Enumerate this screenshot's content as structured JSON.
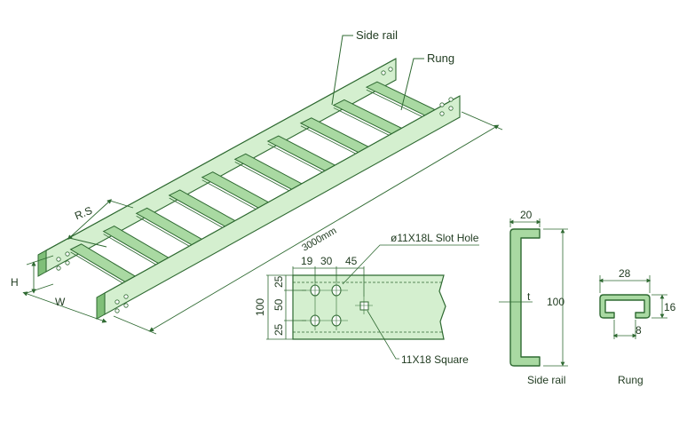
{
  "colors": {
    "line": "#2f6a32",
    "fill_light": "#d4efcf",
    "fill_mid": "#a9d9a2",
    "fill_dark": "#7fbf78",
    "text": "#1f3a1f"
  },
  "labels": {
    "side_rail_top": "Side rail",
    "rung_top": "Rung",
    "rs": "R.S",
    "h": "H",
    "w": "W",
    "length": "3000mm",
    "slot_hole": "ø11X18L Slot Hole",
    "square": "11X18 Square",
    "side_rail_bottom": "Side rail",
    "rung_bottom": "Rung"
  },
  "plate_dims": {
    "d19": "19",
    "d30": "30",
    "d45": "45",
    "d25a": "25",
    "d50": "50",
    "d25b": "25",
    "d100": "100"
  },
  "rail_dims": {
    "width": "20",
    "height": "100",
    "thickness": "t"
  },
  "rung_dims": {
    "width": "28",
    "height": "16",
    "lip": "8"
  }
}
